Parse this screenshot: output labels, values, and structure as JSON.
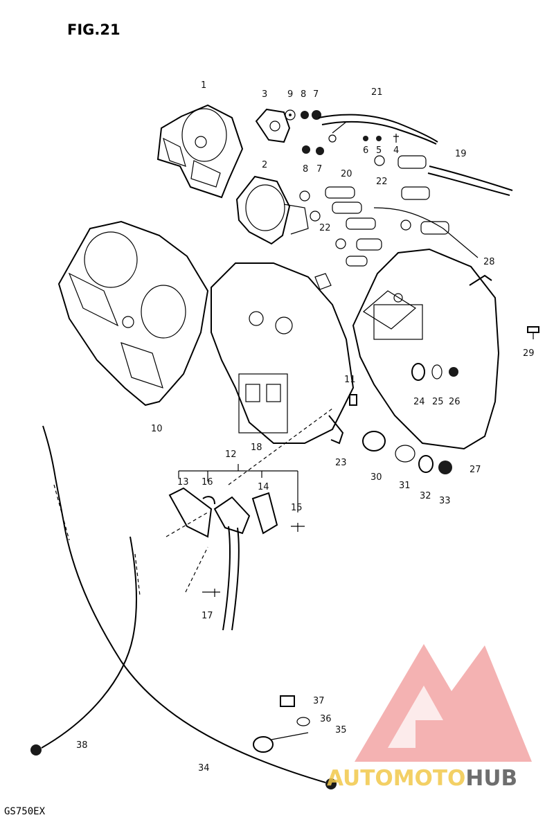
{
  "figure": {
    "title": "FIG.21",
    "model": "GS750EX"
  },
  "watermark": {
    "word_part1": "AUTOMOTO",
    "word_part2": "HUB",
    "color_primary": "#e85a5a",
    "color_secondary": "#f2c84b",
    "color_hub": "#555555"
  },
  "callouts": [
    "1",
    "2",
    "3",
    "4",
    "5",
    "6",
    "7",
    "7",
    "8",
    "8",
    "9",
    "10",
    "11",
    "12",
    "13",
    "14",
    "15",
    "16",
    "17",
    "18",
    "19",
    "20",
    "21",
    "22",
    "22",
    "23",
    "24",
    "25",
    "26",
    "27",
    "28",
    "29",
    "30",
    "31",
    "32",
    "33",
    "34",
    "35",
    "36",
    "37",
    "38"
  ]
}
